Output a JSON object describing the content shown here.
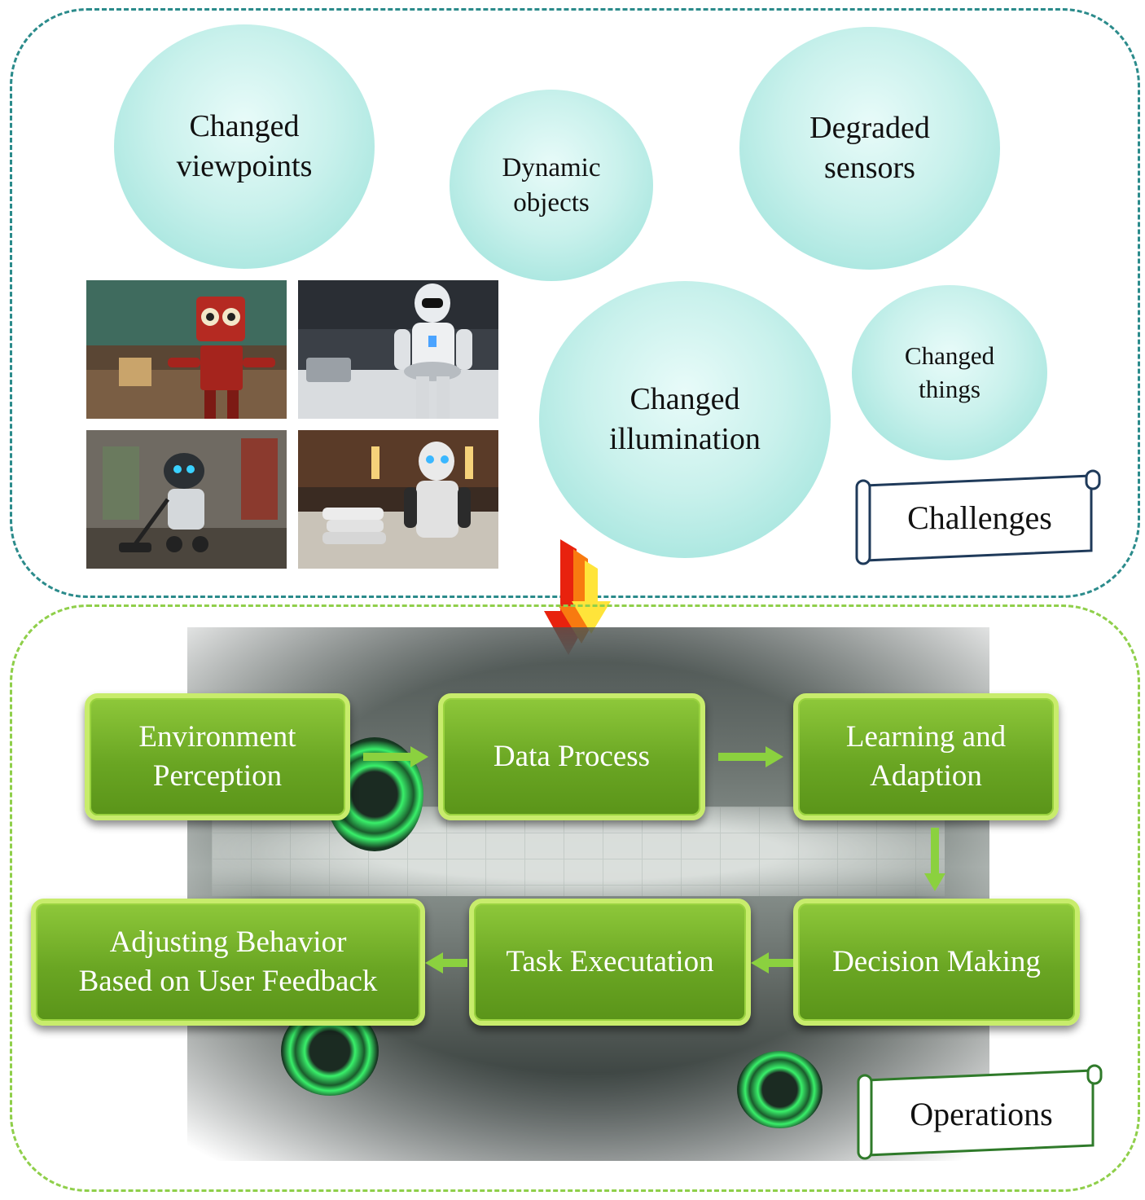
{
  "challenges": {
    "label": "Challenges",
    "items": [
      {
        "text": "Changed\nviewpoints"
      },
      {
        "text": "Dynamic\nobjects"
      },
      {
        "text": "Degraded\nsensors"
      },
      {
        "text": "Changed\nillumination"
      },
      {
        "text": "Changed\nthings"
      }
    ]
  },
  "operations": {
    "label": "Operations",
    "steps": [
      {
        "text": "Environment\nPerception"
      },
      {
        "text": "Data Process"
      },
      {
        "text": "Learning and\nAdaption"
      },
      {
        "text": "Decision Making"
      },
      {
        "text": "Task Executation"
      },
      {
        "text": "Adjusting Behavior\nBased on User Feedback"
      }
    ]
  },
  "colors": {
    "challenges_border": "#2b8b8b",
    "operations_border": "#8fcf4a",
    "bubble_fill": "#c9f1ec",
    "step_fill": "#6aa623",
    "step_border": "#c8ec6c",
    "arrow_green": "#8bd13f"
  }
}
